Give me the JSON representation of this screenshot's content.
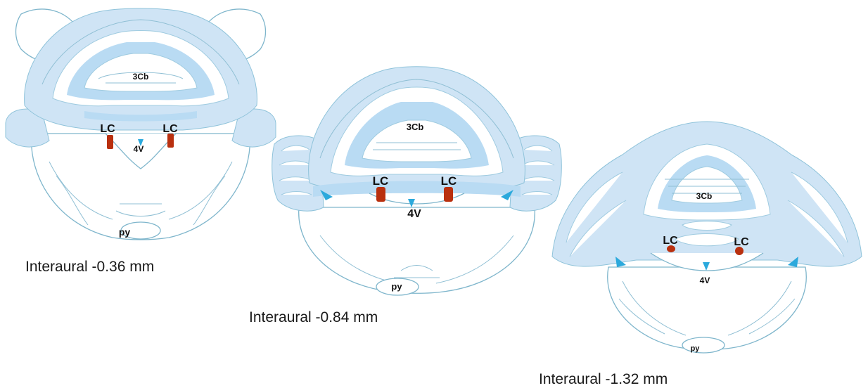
{
  "colors": {
    "background": "#ffffff",
    "white_matter": "#cfe4f5",
    "outline": "#7fb6cc",
    "locus_coeruleus": "#b9300f",
    "ventricle": "#2ba9dc"
  },
  "sections": [
    {
      "caption": "Interaural -0.36 mm",
      "labels": {
        "cerebellum": "3Cb",
        "lc_left": "LC",
        "lc_right": "LC",
        "ventricle": "4V",
        "pyramid": "py"
      }
    },
    {
      "caption": "Interaural -0.84 mm",
      "labels": {
        "cerebellum": "3Cb",
        "lc_left": "LC",
        "lc_right": "LC",
        "ventricle": "4V",
        "pyramid": "py"
      }
    },
    {
      "caption": "Interaural -1.32 mm",
      "labels": {
        "cerebellum": "3Cb",
        "lc_left": "LC",
        "lc_right": "LC",
        "ventricle": "4V",
        "pyramid": "py"
      }
    }
  ]
}
